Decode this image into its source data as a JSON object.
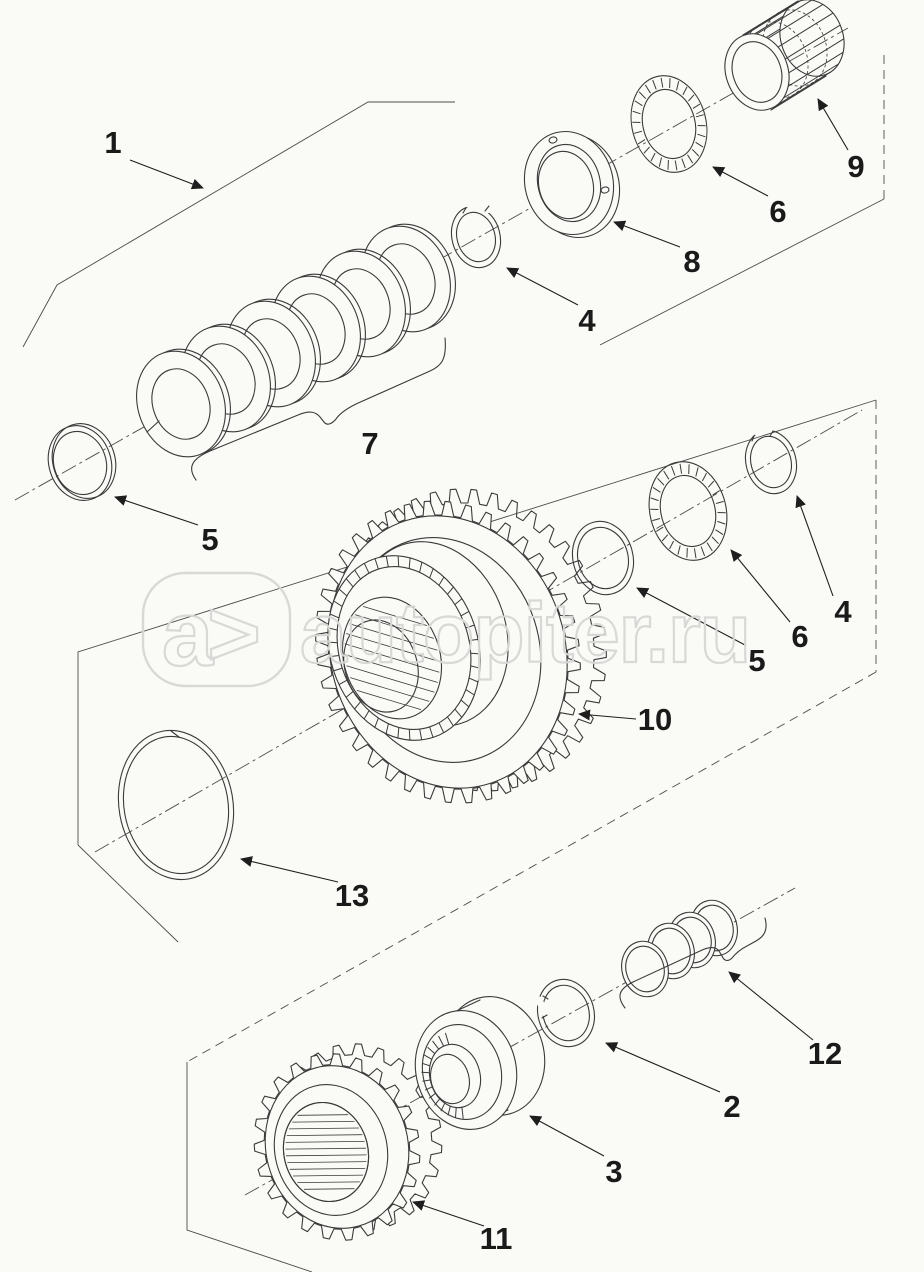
{
  "canvas": {
    "background_color": "#fafaf7",
    "line_color": "#3a3a3a",
    "label_color": "#1a1a1a",
    "watermark_color": "#d7d7d5"
  },
  "watermark": {
    "logo": "a>",
    "site": "autopiter.ru"
  },
  "callouts": [
    {
      "id": "group-1",
      "number": "1"
    },
    {
      "id": "snap-ring-4-top",
      "number": "4"
    },
    {
      "id": "retainer-8",
      "number": "8"
    },
    {
      "id": "bearing-6-top",
      "number": "6"
    },
    {
      "id": "cage-9",
      "number": "9"
    },
    {
      "id": "ring-5-left",
      "number": "5"
    },
    {
      "id": "disc-pack-7",
      "number": "7"
    },
    {
      "id": "ring-13",
      "number": "13"
    },
    {
      "id": "gear-10",
      "number": "10"
    },
    {
      "id": "ring-5-mid",
      "number": "5"
    },
    {
      "id": "bearing-6-mid",
      "number": "6"
    },
    {
      "id": "snap-ring-4-mid",
      "number": "4"
    },
    {
      "id": "snap-ring-2",
      "number": "2"
    },
    {
      "id": "ring-set-12",
      "number": "12"
    },
    {
      "id": "bearing-3",
      "number": "3"
    },
    {
      "id": "gear-11",
      "number": "11"
    }
  ]
}
